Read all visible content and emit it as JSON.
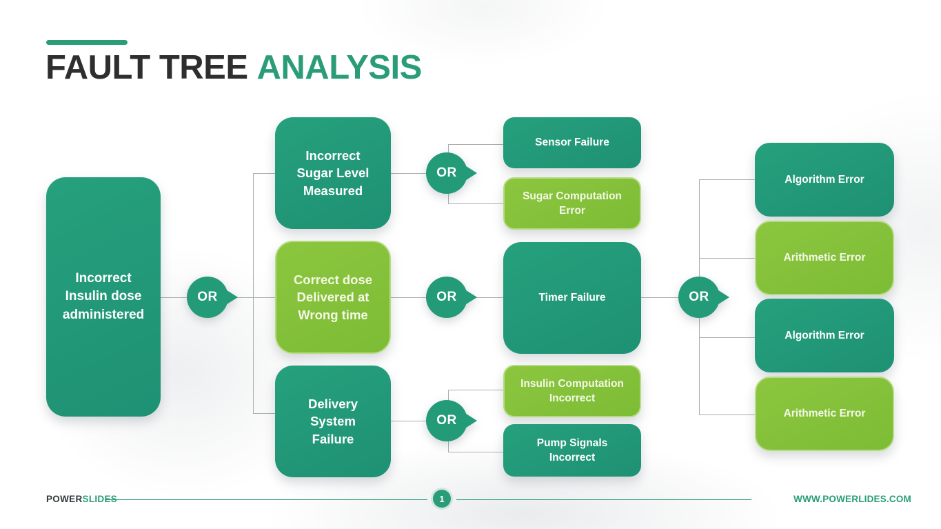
{
  "slide": {
    "title": {
      "primary": "FAULT TREE",
      "accent": "ANALYSIS"
    }
  },
  "gates": {
    "label": "OR"
  },
  "nodes": {
    "root": {
      "label": "Incorrect Insulin dose administered"
    },
    "level2": [
      {
        "label": "Incorrect Sugar Level Measured"
      },
      {
        "label": "Correct dose Delivered at Wrong time"
      },
      {
        "label": "Delivery System Failure"
      }
    ],
    "level3": [
      {
        "label": "Sensor Failure"
      },
      {
        "label": "Sugar Computation Error"
      },
      {
        "label": "Timer Failure"
      },
      {
        "label": "Insulin Computation Incorrect"
      },
      {
        "label": "Pump Signals Incorrect"
      }
    ],
    "level4": [
      {
        "label": "Algorithm Error"
      },
      {
        "label": "Arithmetic Error"
      },
      {
        "label": "Algorithm Error"
      },
      {
        "label": "Arithmetic Error"
      }
    ]
  },
  "footer": {
    "brand_primary": "POWER",
    "brand_accent": "SLIDES",
    "page_number": "1",
    "website": "WWW.POWERLIDES.COM"
  },
  "colors": {
    "teal": "#26A07D",
    "teal_deep": "#1E9173",
    "green": "#8CC63F",
    "green_deep": "#7DBC35",
    "green_border": "#B6DC82",
    "green_text": "#F4F8E6",
    "accent": "#2A9D78",
    "title_dark": "#2E2E2E",
    "line": "#ABADAF"
  }
}
